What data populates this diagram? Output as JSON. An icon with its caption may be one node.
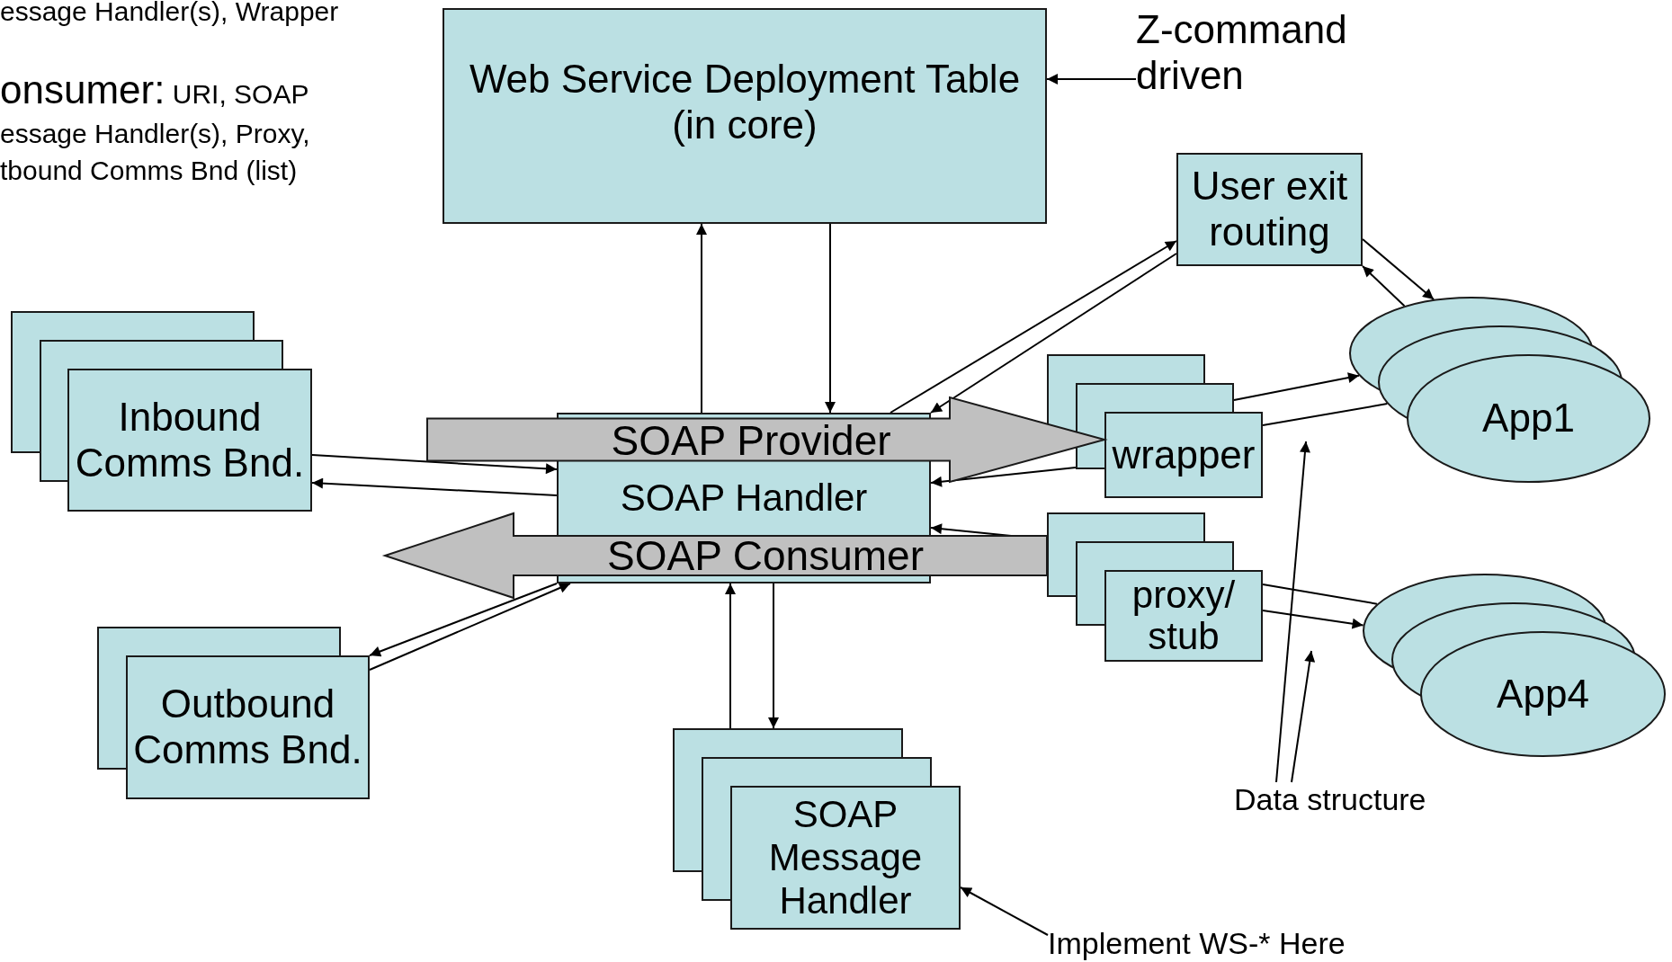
{
  "diagram": {
    "nodes": [
      {
        "text": [
          "Web Service Deployment Table (in core)"
        ]
      },
      {
        "text": [
          "Z-command driven"
        ]
      },
      {
        "text": [
          "User exit routing"
        ]
      },
      {
        "text": [
          "Inbound Comms Bnd."
        ]
      },
      {
        "text": [
          "SOAP Handler"
        ]
      },
      {
        "text": [
          "wrapper"
        ]
      },
      {
        "text": [
          "App1"
        ]
      },
      {
        "text": [
          "proxy/ stub"
        ]
      },
      {
        "text": [
          "App4"
        ]
      },
      {
        "text": [
          "Outbound Comms Bnd."
        ]
      },
      {
        "text": [
          "SOAP Message Handler"
        ]
      },
      {
        "text": [
          "Data structure"
        ]
      },
      {
        "text": [
          "Implement WS-* Here"
        ]
      }
    ],
    "edges": [
      {
        "from": 4,
        "to": 0,
        "arrow": "to"
      },
      {
        "from": 0,
        "to": 4,
        "arrow": "to"
      },
      {
        "from": 1,
        "to": 0,
        "arrow": "to"
      },
      {
        "from": 4,
        "to": 2,
        "arrow": "to"
      },
      {
        "from": 2,
        "to": 4,
        "arrow": "to"
      },
      {
        "from": 2,
        "to": 6,
        "arrow": "to"
      },
      {
        "from": 6,
        "to": 2,
        "arrow": "to"
      },
      {
        "from": 3,
        "to": 4,
        "arrow": "to"
      },
      {
        "from": 4,
        "to": 3,
        "arrow": "to"
      },
      {
        "from": 5,
        "to": 6,
        "arrow": "to"
      },
      {
        "from": 6,
        "to": 5,
        "arrow": "none"
      },
      {
        "from": 5,
        "to": 4,
        "arrow": "to"
      },
      {
        "from": 7,
        "to": 4,
        "arrow": "to"
      },
      {
        "from": 8,
        "to": 7,
        "arrow": "none"
      },
      {
        "from": 7,
        "to": 8,
        "arrow": "to"
      },
      {
        "from": 4,
        "to": 9,
        "arrow": "to"
      },
      {
        "from": 9,
        "to": 4,
        "arrow": "to"
      },
      {
        "from": 4,
        "to": 10,
        "arrow": "to"
      },
      {
        "from": 10,
        "to": 4,
        "arrow": "to"
      },
      {
        "from": 12,
        "to": 10,
        "arrow": "to"
      },
      {
        "from": 11,
        "to": null,
        "arrow": "to"
      },
      {
        "from": 11,
        "to": null,
        "arrow": "to"
      },
      {
        "from": null,
        "to": 5,
        "arrow": "to",
        "label": "SOAP Provider",
        "style": "thick"
      },
      {
        "from": 7,
        "to": null,
        "arrow": "to",
        "label": "SOAP Consumer",
        "style": "thick"
      }
    ],
    "labels": [
      "essage Handler(s), Wrapper",
      "onsumer:",
      "URI, SOAP essage Handler(s), Proxy, tbound Comms Bnd (list)"
    ]
  }
}
